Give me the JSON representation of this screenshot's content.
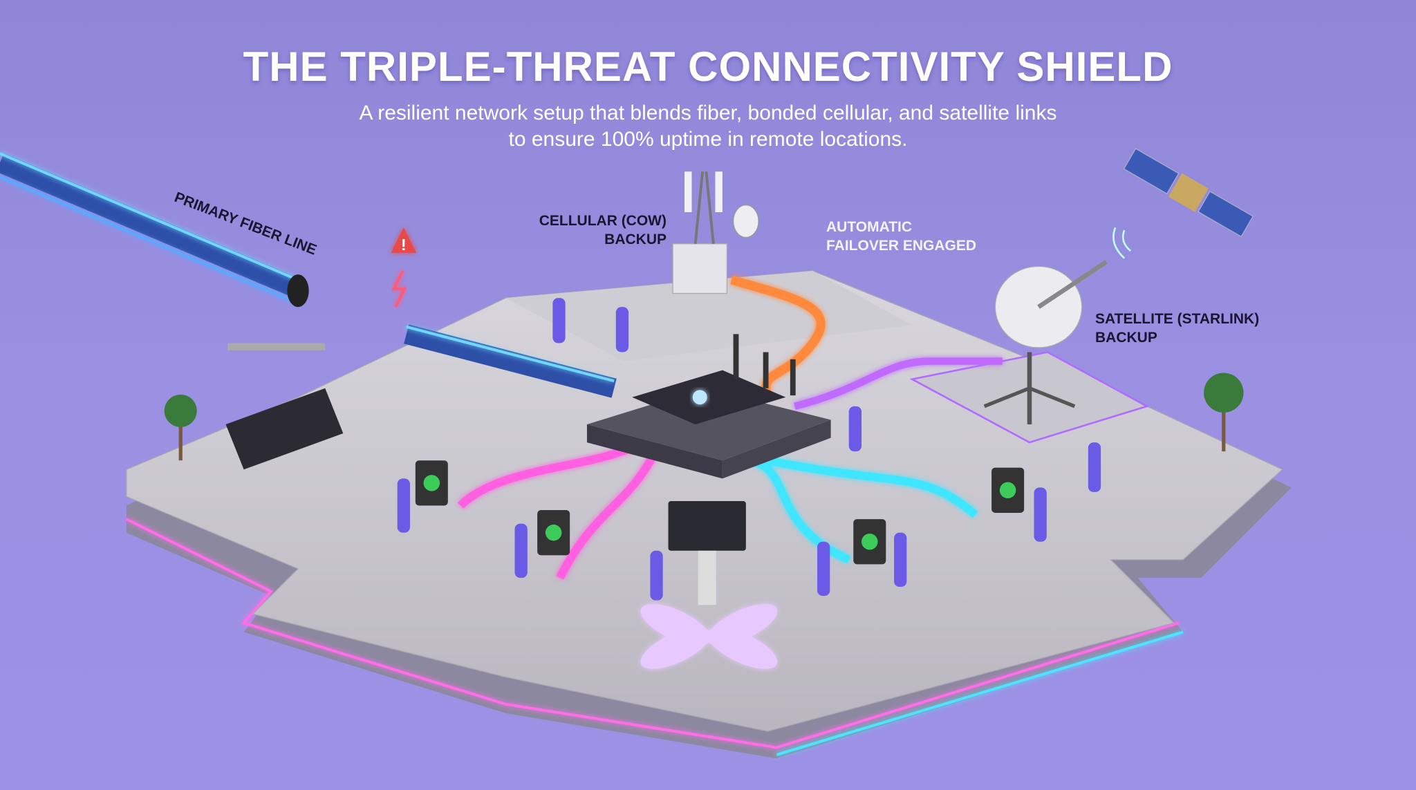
{
  "header": {
    "title": "THE TRIPLE-THREAT CONNECTIVITY SHIELD",
    "subtitle_line1": "A resilient network setup that blends fiber, bonded cellular, and satellite links",
    "subtitle_line2": "to ensure 100% uptime in remote locations."
  },
  "labels": {
    "fiber": "PRIMARY FIBER LINE",
    "cellular_line1": "CELLULAR (COW)",
    "cellular_line2": "BACKUP",
    "failover_line1": "AUTOMATIC",
    "failover_line2": "FAILOVER ENGAGED",
    "satellite_line1": "SATELLITE (STARLINK)",
    "satellite_line2": "BACKUP"
  },
  "colors": {
    "background": "#9b90e2",
    "fiber": "#4a8cff",
    "cellular": "#ff8a3d",
    "satellite": "#c06bff",
    "router_link_pink": "#ff5fe0",
    "router_link_cyan": "#3fe6ff",
    "warning": "#e84a4a"
  },
  "icons": [
    "warning-icon",
    "lightning-icon",
    "cell-tower-icon",
    "satellite-dish-icon",
    "satellite-icon",
    "router-icon",
    "kiosk-check-icon"
  ]
}
